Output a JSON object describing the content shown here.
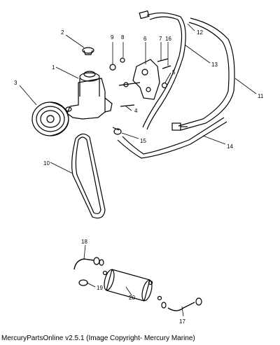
{
  "diagram": {
    "callouts": [
      "1",
      "2",
      "3",
      "4",
      "5",
      "6",
      "7",
      "8",
      "9",
      "10",
      "11",
      "12",
      "13",
      "14",
      "15",
      "16",
      "17",
      "18",
      "19",
      "20"
    ]
  },
  "footer": {
    "caption": "MercuryPartsOnline v2.5.1 (Image Copyright- Mercury Marine)"
  }
}
